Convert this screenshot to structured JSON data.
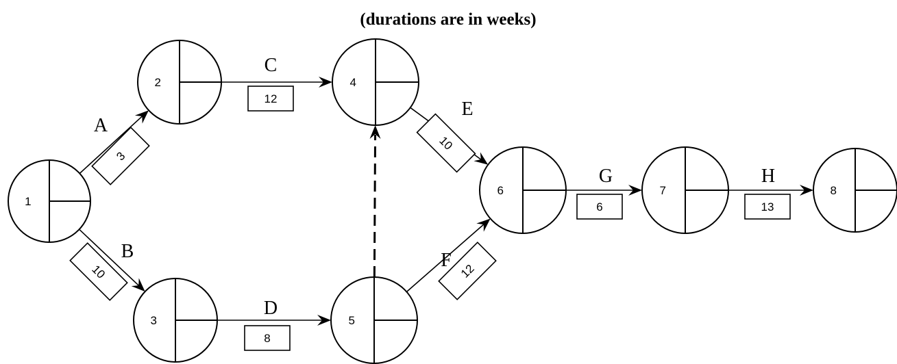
{
  "caption": "(durations are in weeks)",
  "nodes": [
    {
      "id": "1",
      "label": "1"
    },
    {
      "id": "2",
      "label": "2"
    },
    {
      "id": "3",
      "label": "3"
    },
    {
      "id": "4",
      "label": "4"
    },
    {
      "id": "5",
      "label": "5"
    },
    {
      "id": "6",
      "label": "6"
    },
    {
      "id": "7",
      "label": "7"
    },
    {
      "id": "8",
      "label": "8"
    }
  ],
  "activities": [
    {
      "id": "A",
      "letter": "A",
      "from": "1",
      "to": "2",
      "duration": "3"
    },
    {
      "id": "B",
      "letter": "B",
      "from": "1",
      "to": "3",
      "duration": "10"
    },
    {
      "id": "C",
      "letter": "C",
      "from": "2",
      "to": "4",
      "duration": "12"
    },
    {
      "id": "D",
      "letter": "D",
      "from": "3",
      "to": "5",
      "duration": "8"
    },
    {
      "id": "E",
      "letter": "E",
      "from": "4",
      "to": "6",
      "duration": "10"
    },
    {
      "id": "F",
      "letter": "F",
      "from": "5",
      "to": "6",
      "duration": "12"
    },
    {
      "id": "G",
      "letter": "G",
      "from": "6",
      "to": "7",
      "duration": "6"
    },
    {
      "id": "H",
      "letter": "H",
      "from": "7",
      "to": "8",
      "duration": "13"
    }
  ],
  "dummies": [
    {
      "id": "dummy-5-4",
      "from": "5",
      "to": "4",
      "style": "dashed"
    }
  ]
}
